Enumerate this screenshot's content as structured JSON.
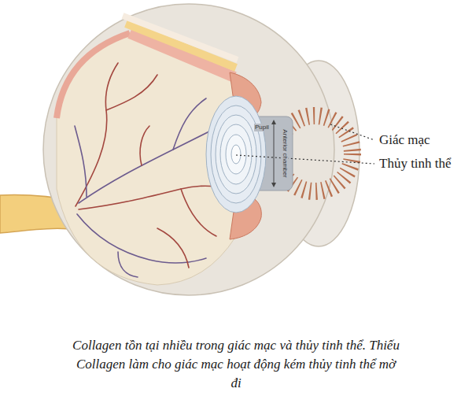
{
  "diagram": {
    "caption": "Collagen tồn tại nhiều trong giác mạc và thủy tinh thể. Thiếu Collagen làm cho giác mạc hoạt động kém thủy tinh thể mờ đi",
    "labels": [
      "Giác mạc",
      "Thủy tinh thể",
      "Pupil",
      "Anterior chamber"
    ]
  }
}
